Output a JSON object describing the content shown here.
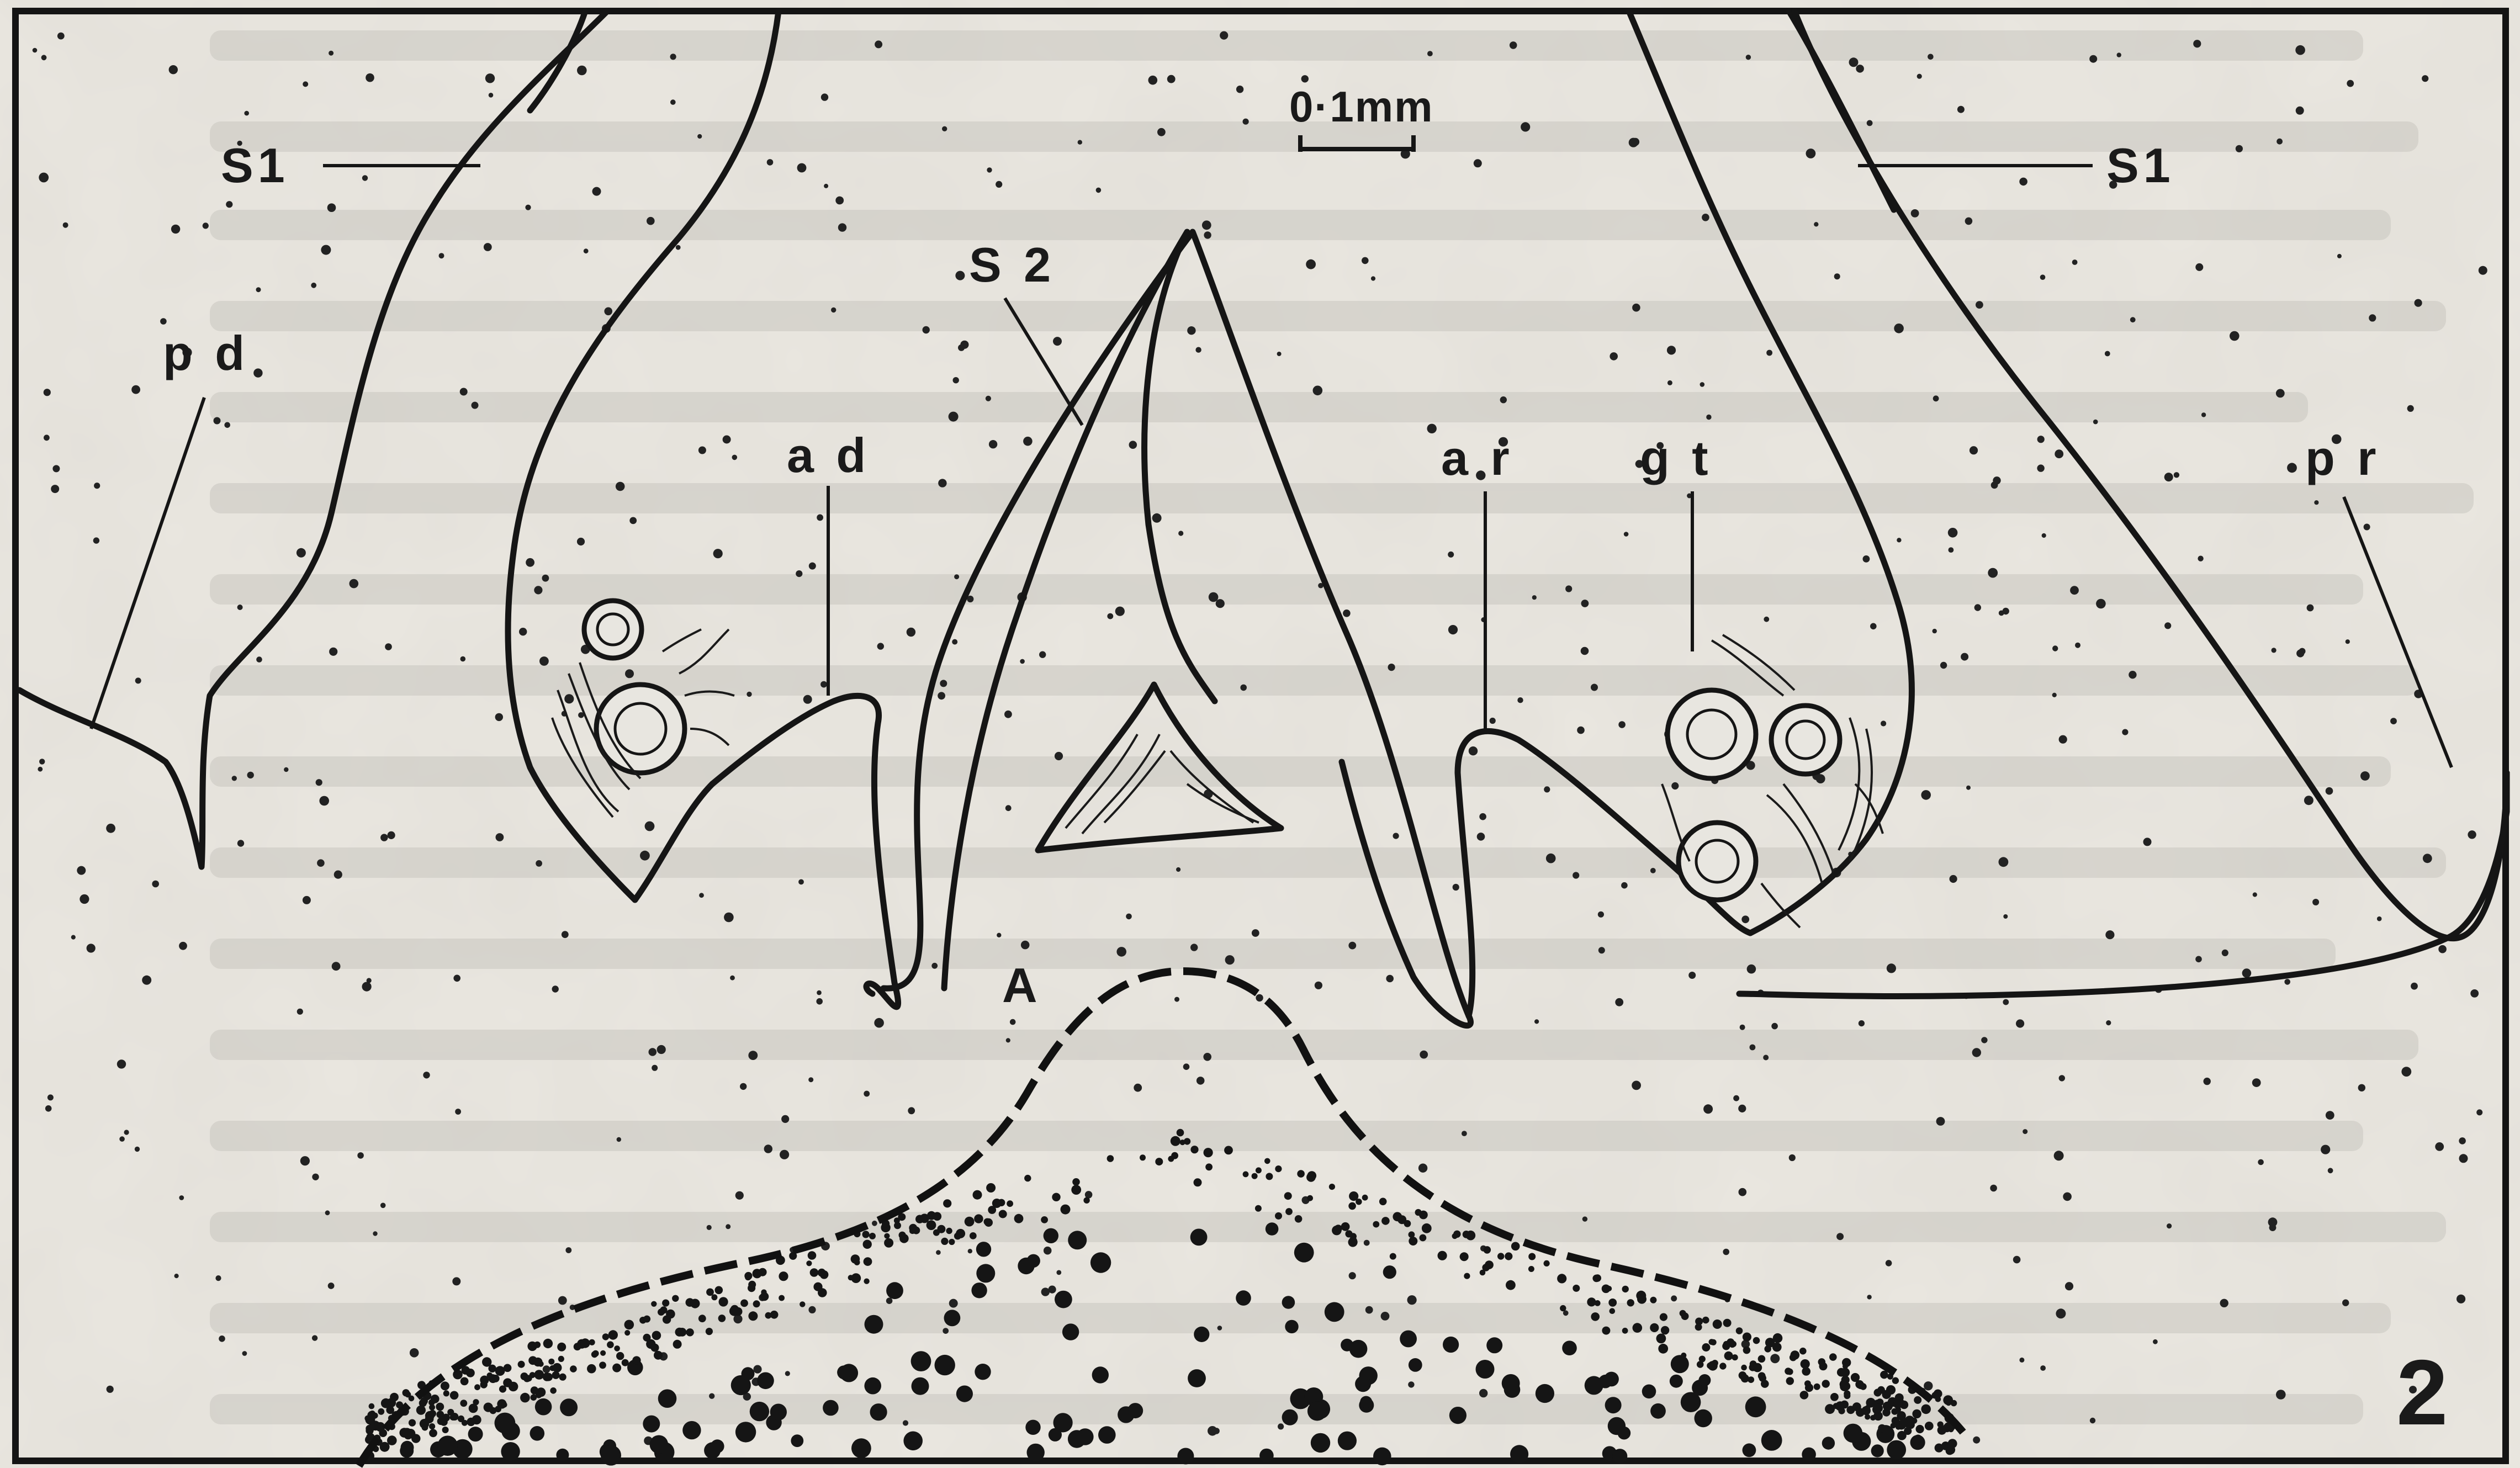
{
  "figure": {
    "panel_number": "2",
    "scale_bar": "0·1mm",
    "labels": {
      "s1_left": "S1",
      "s1_right": "S1",
      "s2": "S 2",
      "pd": "p d",
      "ad": "a d",
      "ar": "a r",
      "gt": "g t",
      "pr": "p r",
      "apex": "A"
    }
  }
}
